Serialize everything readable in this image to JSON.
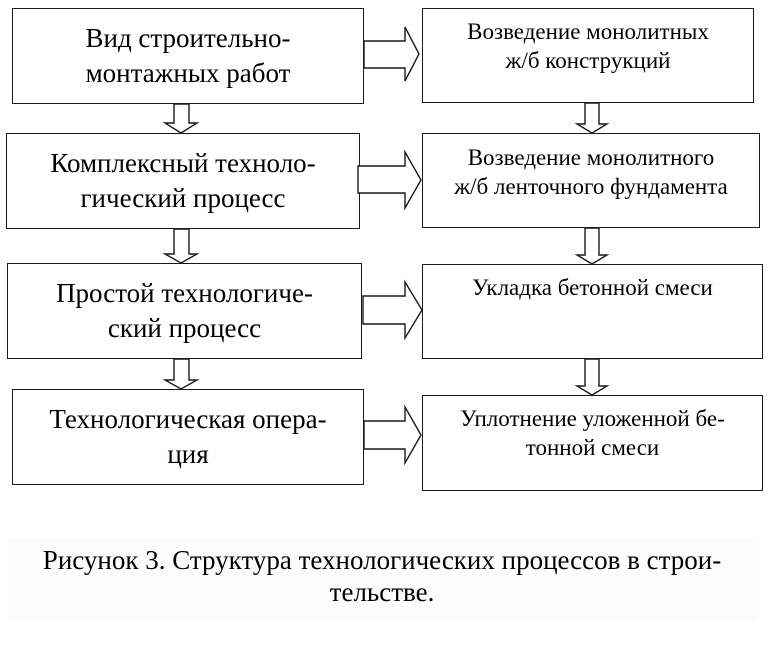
{
  "left_column": [
    {
      "id": "work-type",
      "lines": [
        "Вид строительно-",
        "монтажных работ"
      ]
    },
    {
      "id": "complex-process",
      "lines": [
        "Комплексный техноло-",
        "гический процесс"
      ]
    },
    {
      "id": "simple-process",
      "lines": [
        "Простой технологиче-",
        "ский процесс"
      ]
    },
    {
      "id": "operation",
      "lines": [
        "Технологическая опера-",
        "ция"
      ]
    }
  ],
  "right_column": [
    {
      "id": "monolithic-structures",
      "lines": [
        "Возведение монолитных",
        "ж/б конструкций"
      ]
    },
    {
      "id": "strip-foundation",
      "lines": [
        "Возведение монолитного",
        "ж/б ленточного фундамента"
      ]
    },
    {
      "id": "concrete-laying",
      "lines": [
        "Укладка бетонной смеси"
      ]
    },
    {
      "id": "concrete-compaction",
      "lines": [
        "Уплотнение уложенной бе-",
        "тонной смеси"
      ]
    }
  ],
  "caption": {
    "lines": [
      "Рисунок 3. Структура технологических процессов в строи-",
      "тельстве."
    ]
  },
  "colors": {
    "stroke": "#1a1a1a",
    "background": "#ffffff"
  }
}
